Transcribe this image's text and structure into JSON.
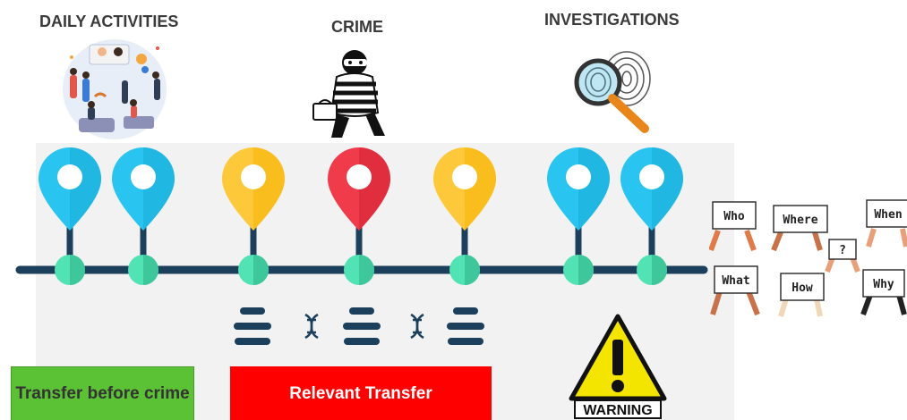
{
  "headings": {
    "daily": "DAILY ACTIVITIES",
    "crime": "CRIME",
    "investigations": "INVESTIGATIONS"
  },
  "boxes": {
    "before": "Transfer before crime",
    "relevant": "Relevant Transfer"
  },
  "warning_sign": {
    "label": "WARNING"
  },
  "question_cards": {
    "labels": [
      "Who",
      "Where",
      "When",
      "?",
      "What",
      "How",
      "Why"
    ]
  },
  "colors": {
    "cyan_pin": "#29c5f0",
    "yellow_pin": "#fdc93a",
    "red_pin": "#ef3b4a",
    "timeline": "#1c3f5c",
    "node": "#52e3b5",
    "green_box": "#5cc235",
    "red_box": "#ff0000"
  },
  "pins": [
    {
      "kind": "cyan"
    },
    {
      "kind": "cyan"
    },
    {
      "kind": "yellow"
    },
    {
      "kind": "red"
    },
    {
      "kind": "yellow"
    },
    {
      "kind": "cyan"
    },
    {
      "kind": "cyan"
    }
  ],
  "icons": [
    "family-activities-icon",
    "burglar-icon",
    "fingerprint-magnifier-icon",
    "dna-icon",
    "warning-sign-icon",
    "question-cards-icon"
  ]
}
